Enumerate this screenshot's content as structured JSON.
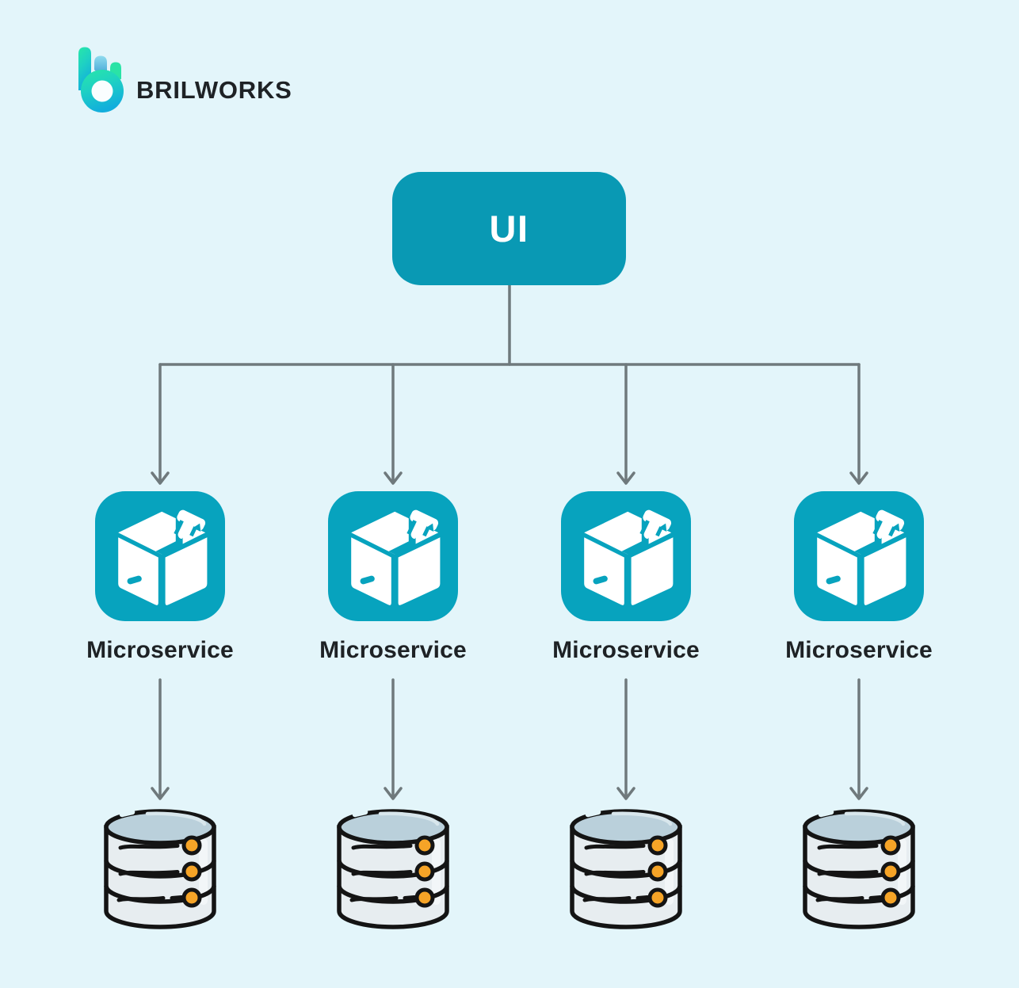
{
  "brand": {
    "name": "BRILWORKS",
    "logo_icon": "brilworks-logo-icon"
  },
  "colors": {
    "background": "#E3F5FA",
    "accent_teal": "#0999B4",
    "node_teal": "#07A3BE",
    "connector_gray": "#6F797C",
    "text_dark": "#1E2225",
    "db_body": "#E7EDF0",
    "db_top": "#BAD0DB",
    "db_dot": "#F6A427",
    "db_outline": "#141414",
    "logo_green": "#28E7A8",
    "logo_cyan": "#12AEDC",
    "logo_blue_light": "#8FDBEE",
    "logo_blue": "#3D9BD1"
  },
  "diagram": {
    "root_node": {
      "label": "UI"
    },
    "services": [
      {
        "label": "Microservice",
        "icon": "package-icon"
      },
      {
        "label": "Microservice",
        "icon": "package-icon"
      },
      {
        "label": "Microservice",
        "icon": "package-icon"
      },
      {
        "label": "Microservice",
        "icon": "package-icon"
      }
    ],
    "databases": [
      {
        "icon": "database-icon"
      },
      {
        "icon": "database-icon"
      },
      {
        "icon": "database-icon"
      },
      {
        "icon": "database-icon"
      }
    ]
  }
}
